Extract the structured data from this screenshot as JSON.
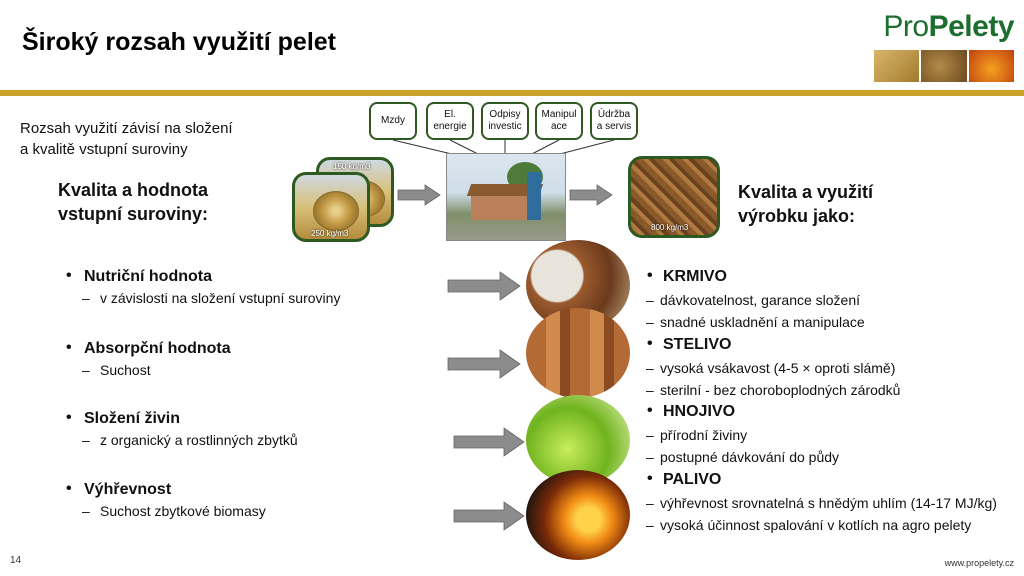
{
  "title": "Široký rozsah využití pelet",
  "logo": {
    "pro": "Pro",
    "peletn": "Pelety"
  },
  "intro": {
    "line1": "Rozsah využití závisí na složení",
    "line2": "a kvalitě vstupní suroviny"
  },
  "input_quality": {
    "line1": "Kvalita a hodnota",
    "line2": "vstupní suroviny:"
  },
  "output_quality": {
    "line1": "Kvalita a využití",
    "line2": "výrobku jako:"
  },
  "costs": [
    {
      "line1": "Mzdy",
      "line2": ""
    },
    {
      "line1": "El.",
      "line2": "energie"
    },
    {
      "line1": "Odpisy",
      "line2": "investic"
    },
    {
      "line1": "Manipul",
      "line2": "ace"
    },
    {
      "line1": "Údržba",
      "line2": "a servis"
    }
  ],
  "densities": {
    "bale_back": "150 kg/m3",
    "bale_front": "250 kg/m3",
    "pellets": "800 kg/m3"
  },
  "properties": [
    {
      "head": "Nutriční hodnota",
      "sub": "v závislosti na složení vstupní suroviny"
    },
    {
      "head": "Absorpční hodnota",
      "sub": "Suchost"
    },
    {
      "head": "Složení živin",
      "sub": "z organický a rostlinných zbytků"
    },
    {
      "head": "Výhřevnost",
      "sub": "Suchost zbytkové biomasy"
    }
  ],
  "uses": [
    {
      "head": "KRMIVO",
      "subs": [
        "dávkovatelnost, garance složení",
        "snadné uskladnění a manipulace"
      ]
    },
    {
      "head": "STELIVO",
      "subs": [
        "vysoká vsákavost (4-5 × oproti slámě)",
        "sterilní - bez choroboplodných zárodků"
      ]
    },
    {
      "head": "HNOJIVO",
      "subs": [
        "přírodní živiny",
        "postupné dávkování do půdy"
      ]
    },
    {
      "head": "PALIVO",
      "subs": [
        "výhřevnost srovnatelná s hnědým uhlím (14-17 MJ/kg)",
        "vysoká účinnost spalování v kotlích na agro pelety"
      ]
    }
  ],
  "page_number": "14",
  "footer_url": "www.propelety.cz",
  "colors": {
    "gold_bar": "#c9a227",
    "brand_green": "#1c6e2f",
    "border_green": "#2e5a22",
    "arrow_gray": "#8c8c8c"
  }
}
